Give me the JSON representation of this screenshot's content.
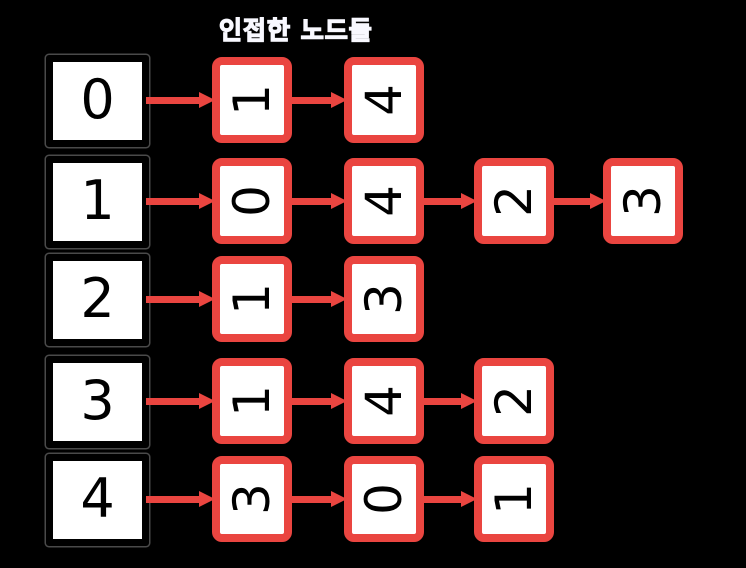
{
  "title": "인접한 노드들",
  "colors": {
    "background": "#000000",
    "red": "#ea4540",
    "node_border": "#000000",
    "box_fill": "#ffffff",
    "digit": "#000000",
    "title_outline": "#f8f8ff"
  },
  "adjacency_list": {
    "rows": [
      {
        "node": "0",
        "adjacent": [
          "1",
          "4"
        ]
      },
      {
        "node": "1",
        "adjacent": [
          "0",
          "4",
          "2",
          "3"
        ]
      },
      {
        "node": "2",
        "adjacent": [
          "1",
          "3"
        ]
      },
      {
        "node": "3",
        "adjacent": [
          "1",
          "4",
          "2"
        ]
      },
      {
        "node": "4",
        "adjacent": [
          "3",
          "0",
          "1"
        ]
      }
    ]
  }
}
